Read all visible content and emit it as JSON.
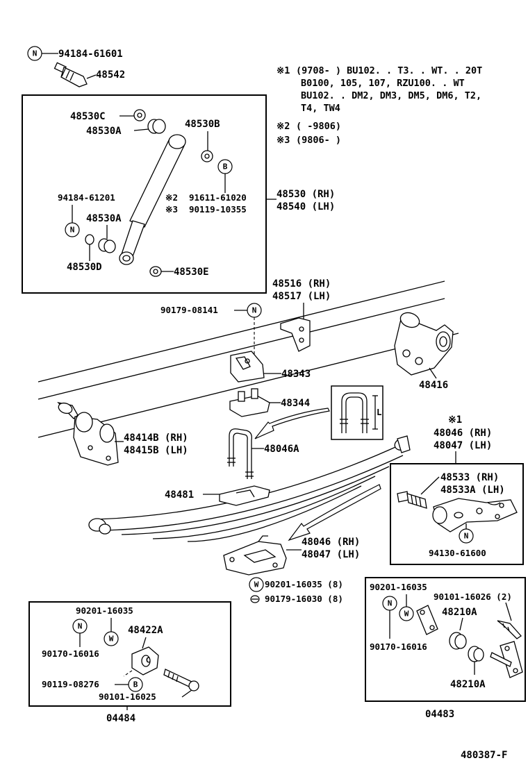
{
  "notes": {
    "n1_mark": "※1",
    "n1_line1": "(9708-       ) BU102. . T3. . WT. . 20T",
    "n1_line2": "B0100, 105, 107, RZU100. . WT",
    "n1_line3": "BU102. . DM2, DM3, DM5, DM6, T2,",
    "n1_line4": "T4, TW4",
    "n2_mark": "※2",
    "n2_text": "(        -9806)",
    "n3_mark": "※3",
    "n3_text": "(9806-        )"
  },
  "symbols": {
    "n": "N",
    "b": "B",
    "w": "W",
    "c": "C"
  },
  "labels": {
    "p94184_61601": "94184-61601",
    "p48542": "48542",
    "p48530C": "48530C",
    "p48530A_top": "48530A",
    "p48530B": "48530B",
    "p94184_61201": "94184-61201",
    "p91611_mark": "※2",
    "p91611_61020": "91611-61020",
    "p90119_mark": "※3",
    "p90119_10355": "90119-10355",
    "p48530_rh": "48530 (RH)",
    "p48540_lh": "48540 (LH)",
    "p48530A_low": "48530A",
    "p48530D": "48530D",
    "p48530E": "48530E",
    "p48516_rh": "48516 (RH)",
    "p48517_lh": "48517 (LH)",
    "p90179_08141": "90179-08141",
    "p48343": "48343",
    "p48416": "48416",
    "p48344": "48344",
    "p48414B_rh": "48414B (RH)",
    "p48415B_lh": "48415B (LH)",
    "p48046A": "48046A",
    "ubolt_l": "L",
    "p48046_top_mark": "※1",
    "p48046_top_rh": "48046 (RH)",
    "p48047_top_lh": "48047 (LH)",
    "p48533_rh": "48533 (RH)",
    "p48533A_lh": "48533A (LH)",
    "p94130_61600": "94130-61600",
    "p48481": "48481",
    "p48046_rh": "48046 (RH)",
    "p48047_lh": "48047 (LH)",
    "p90201_16035_8": "90201-16035 (8)",
    "p90179_16030_8": "90179-16030 (8)",
    "k1_90201_16035": "90201-16035",
    "k1_90170_16016": "90170-16016",
    "k1_48422A": "48422A",
    "k1_90119_08276": "90119-08276",
    "k1_90101_16025": "90101-16025",
    "k1_kit": "04484",
    "k2_90201_16035": "90201-16035",
    "k2_90101_16026": "90101-16026 (2)",
    "k2_48210A_top": "48210A",
    "k2_90170_16016": "90170-16016",
    "k2_48210A_low": "48210A",
    "k2_kit": "04483",
    "figure_id": "480387-F"
  }
}
